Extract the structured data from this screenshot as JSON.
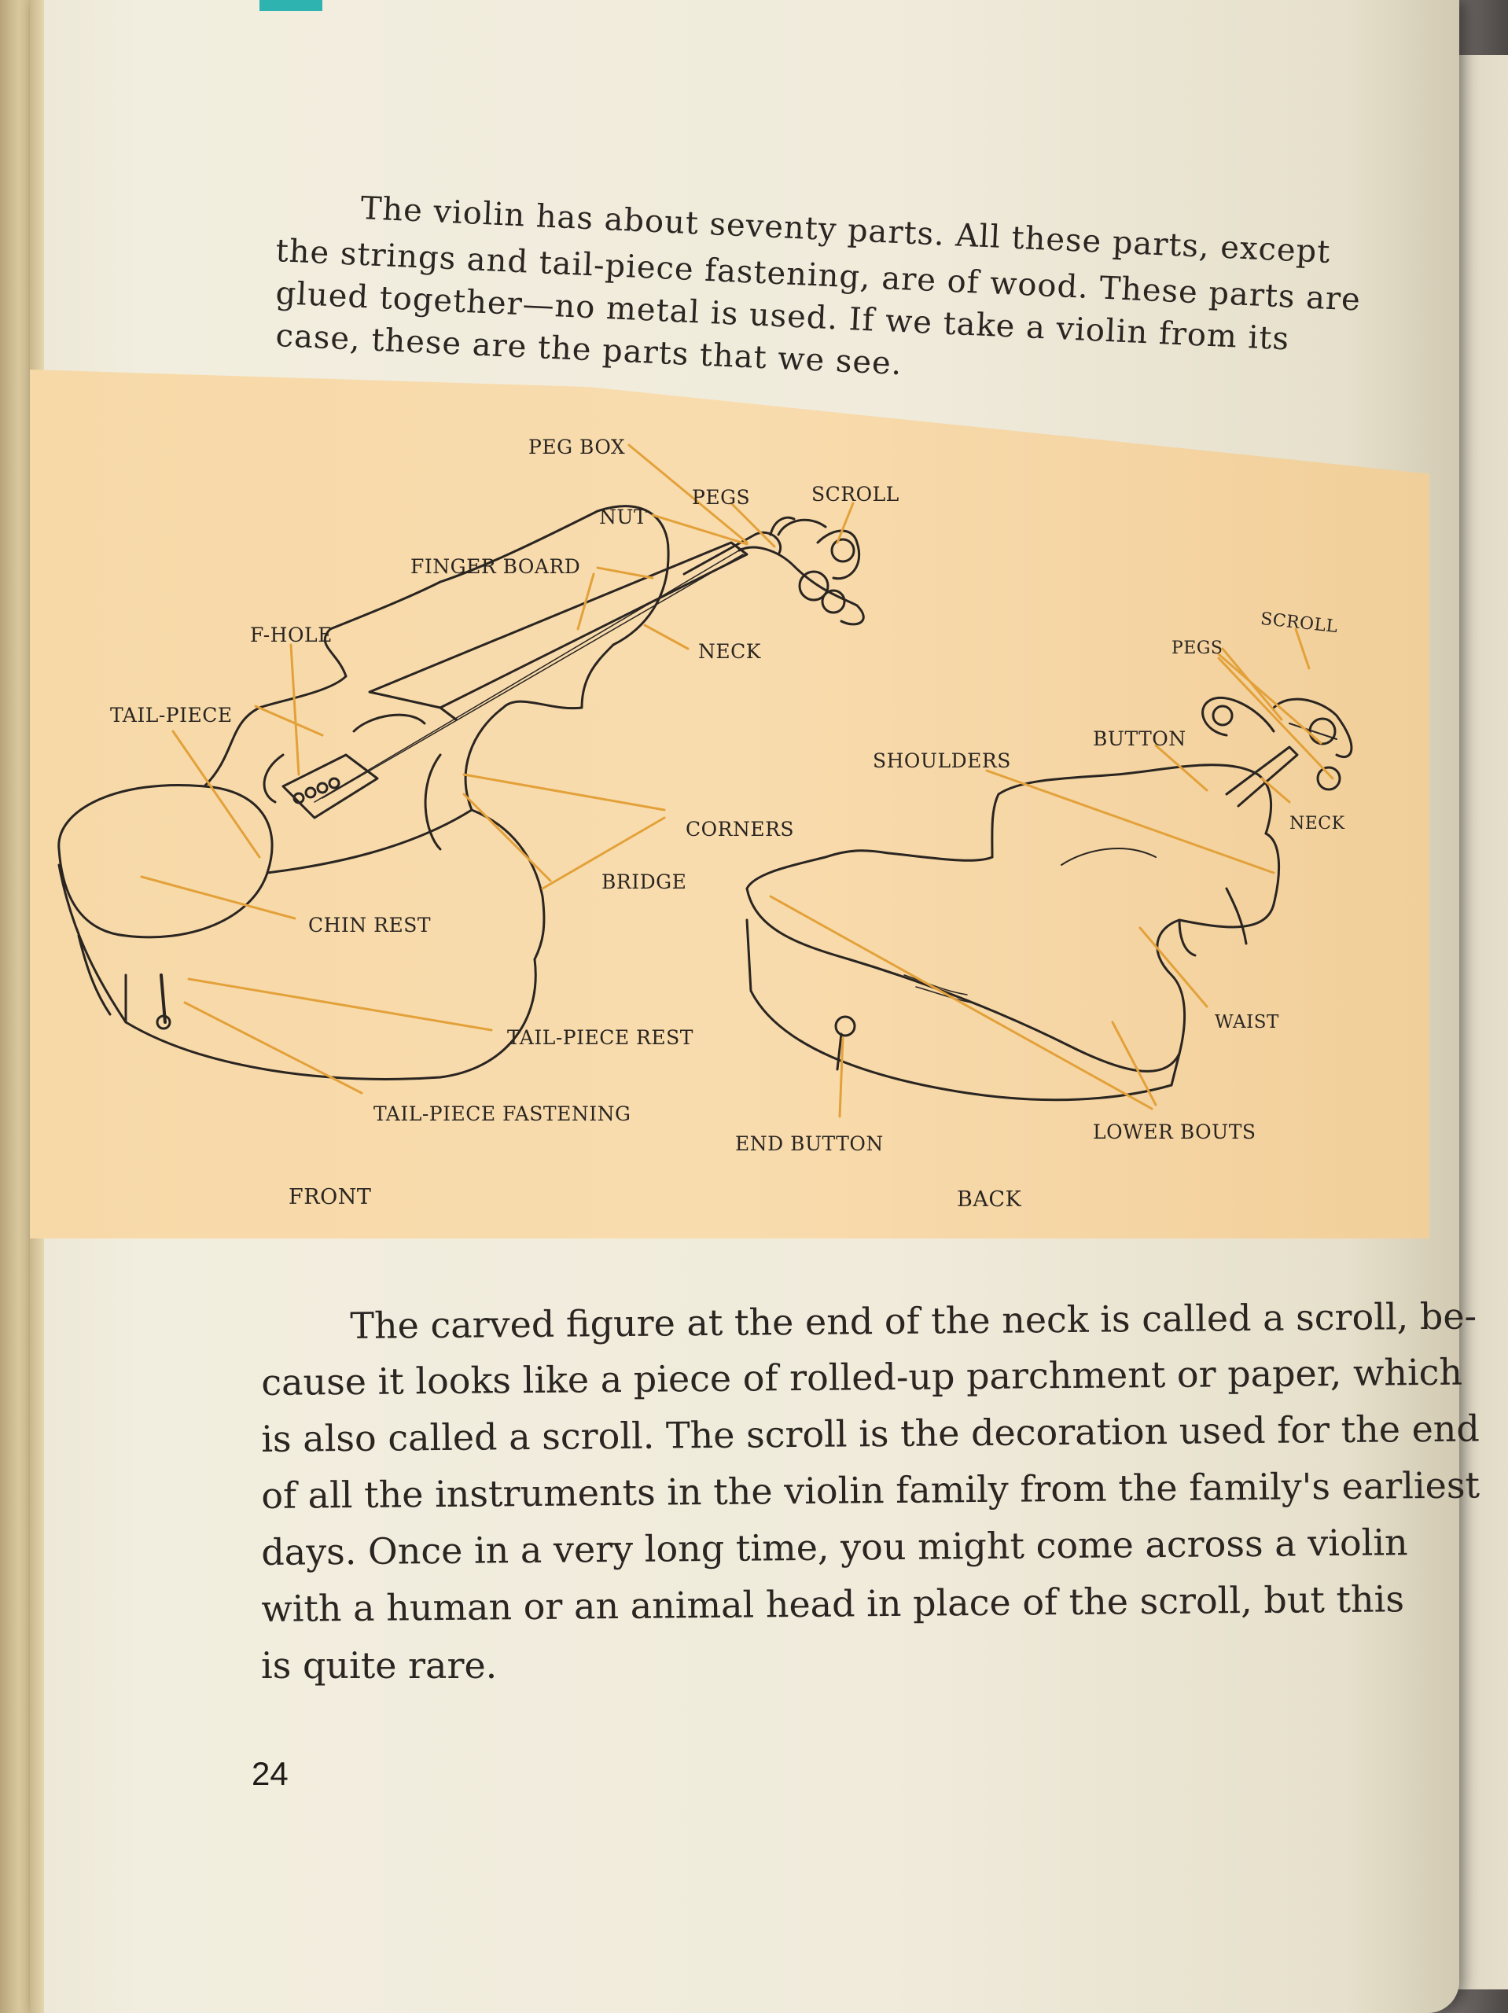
{
  "intro": {
    "lines": [
      "The violin has about seventy parts. All these parts, except",
      "the strings and tail-piece fastening, are of wood. These parts are",
      "glued together—no metal is used. If we take a violin from its",
      "case, these are the parts that we see."
    ]
  },
  "diagram": {
    "front_caption": "FRONT",
    "back_caption": "BACK",
    "front_labels": {
      "peg_box": "PEG BOX",
      "pegs": "PEGS",
      "scroll": "SCROLL",
      "nut": "NUT",
      "finger_board": "FINGER BOARD",
      "f_hole": "F-HOLE",
      "neck": "NECK",
      "tail_piece": "TAIL-PIECE",
      "corners": "CORNERS",
      "bridge": "BRIDGE",
      "chin_rest": "CHIN REST",
      "tail_piece_rest": "TAIL-PIECE REST",
      "tail_piece_fastening": "TAIL-PIECE FASTENING"
    },
    "back_labels": {
      "scroll": "SCROLL",
      "pegs": "PEGS",
      "button": "BUTTON",
      "shoulders": "SHOULDERS",
      "neck": "NECK",
      "waist": "WAIST",
      "end_button": "END BUTTON",
      "lower_bouts": "LOWER BOUTS"
    },
    "colors": {
      "background": "#f9dcae",
      "leader_lines": "#e3a13a",
      "ink": "#2a2521"
    }
  },
  "body_text": {
    "lines": [
      "The carved figure at the end of the neck is called a scroll, be-",
      "cause it looks like a piece of rolled-up parchment or paper, which",
      "is also called a scroll. The scroll is the decoration used for the end",
      "of all the instruments in the violin family from the family's earliest",
      "days. Once in a very long time, you might come across a violin",
      "with a human or an animal head in place of the scroll, but this",
      "is quite rare."
    ]
  },
  "page_number": "24"
}
